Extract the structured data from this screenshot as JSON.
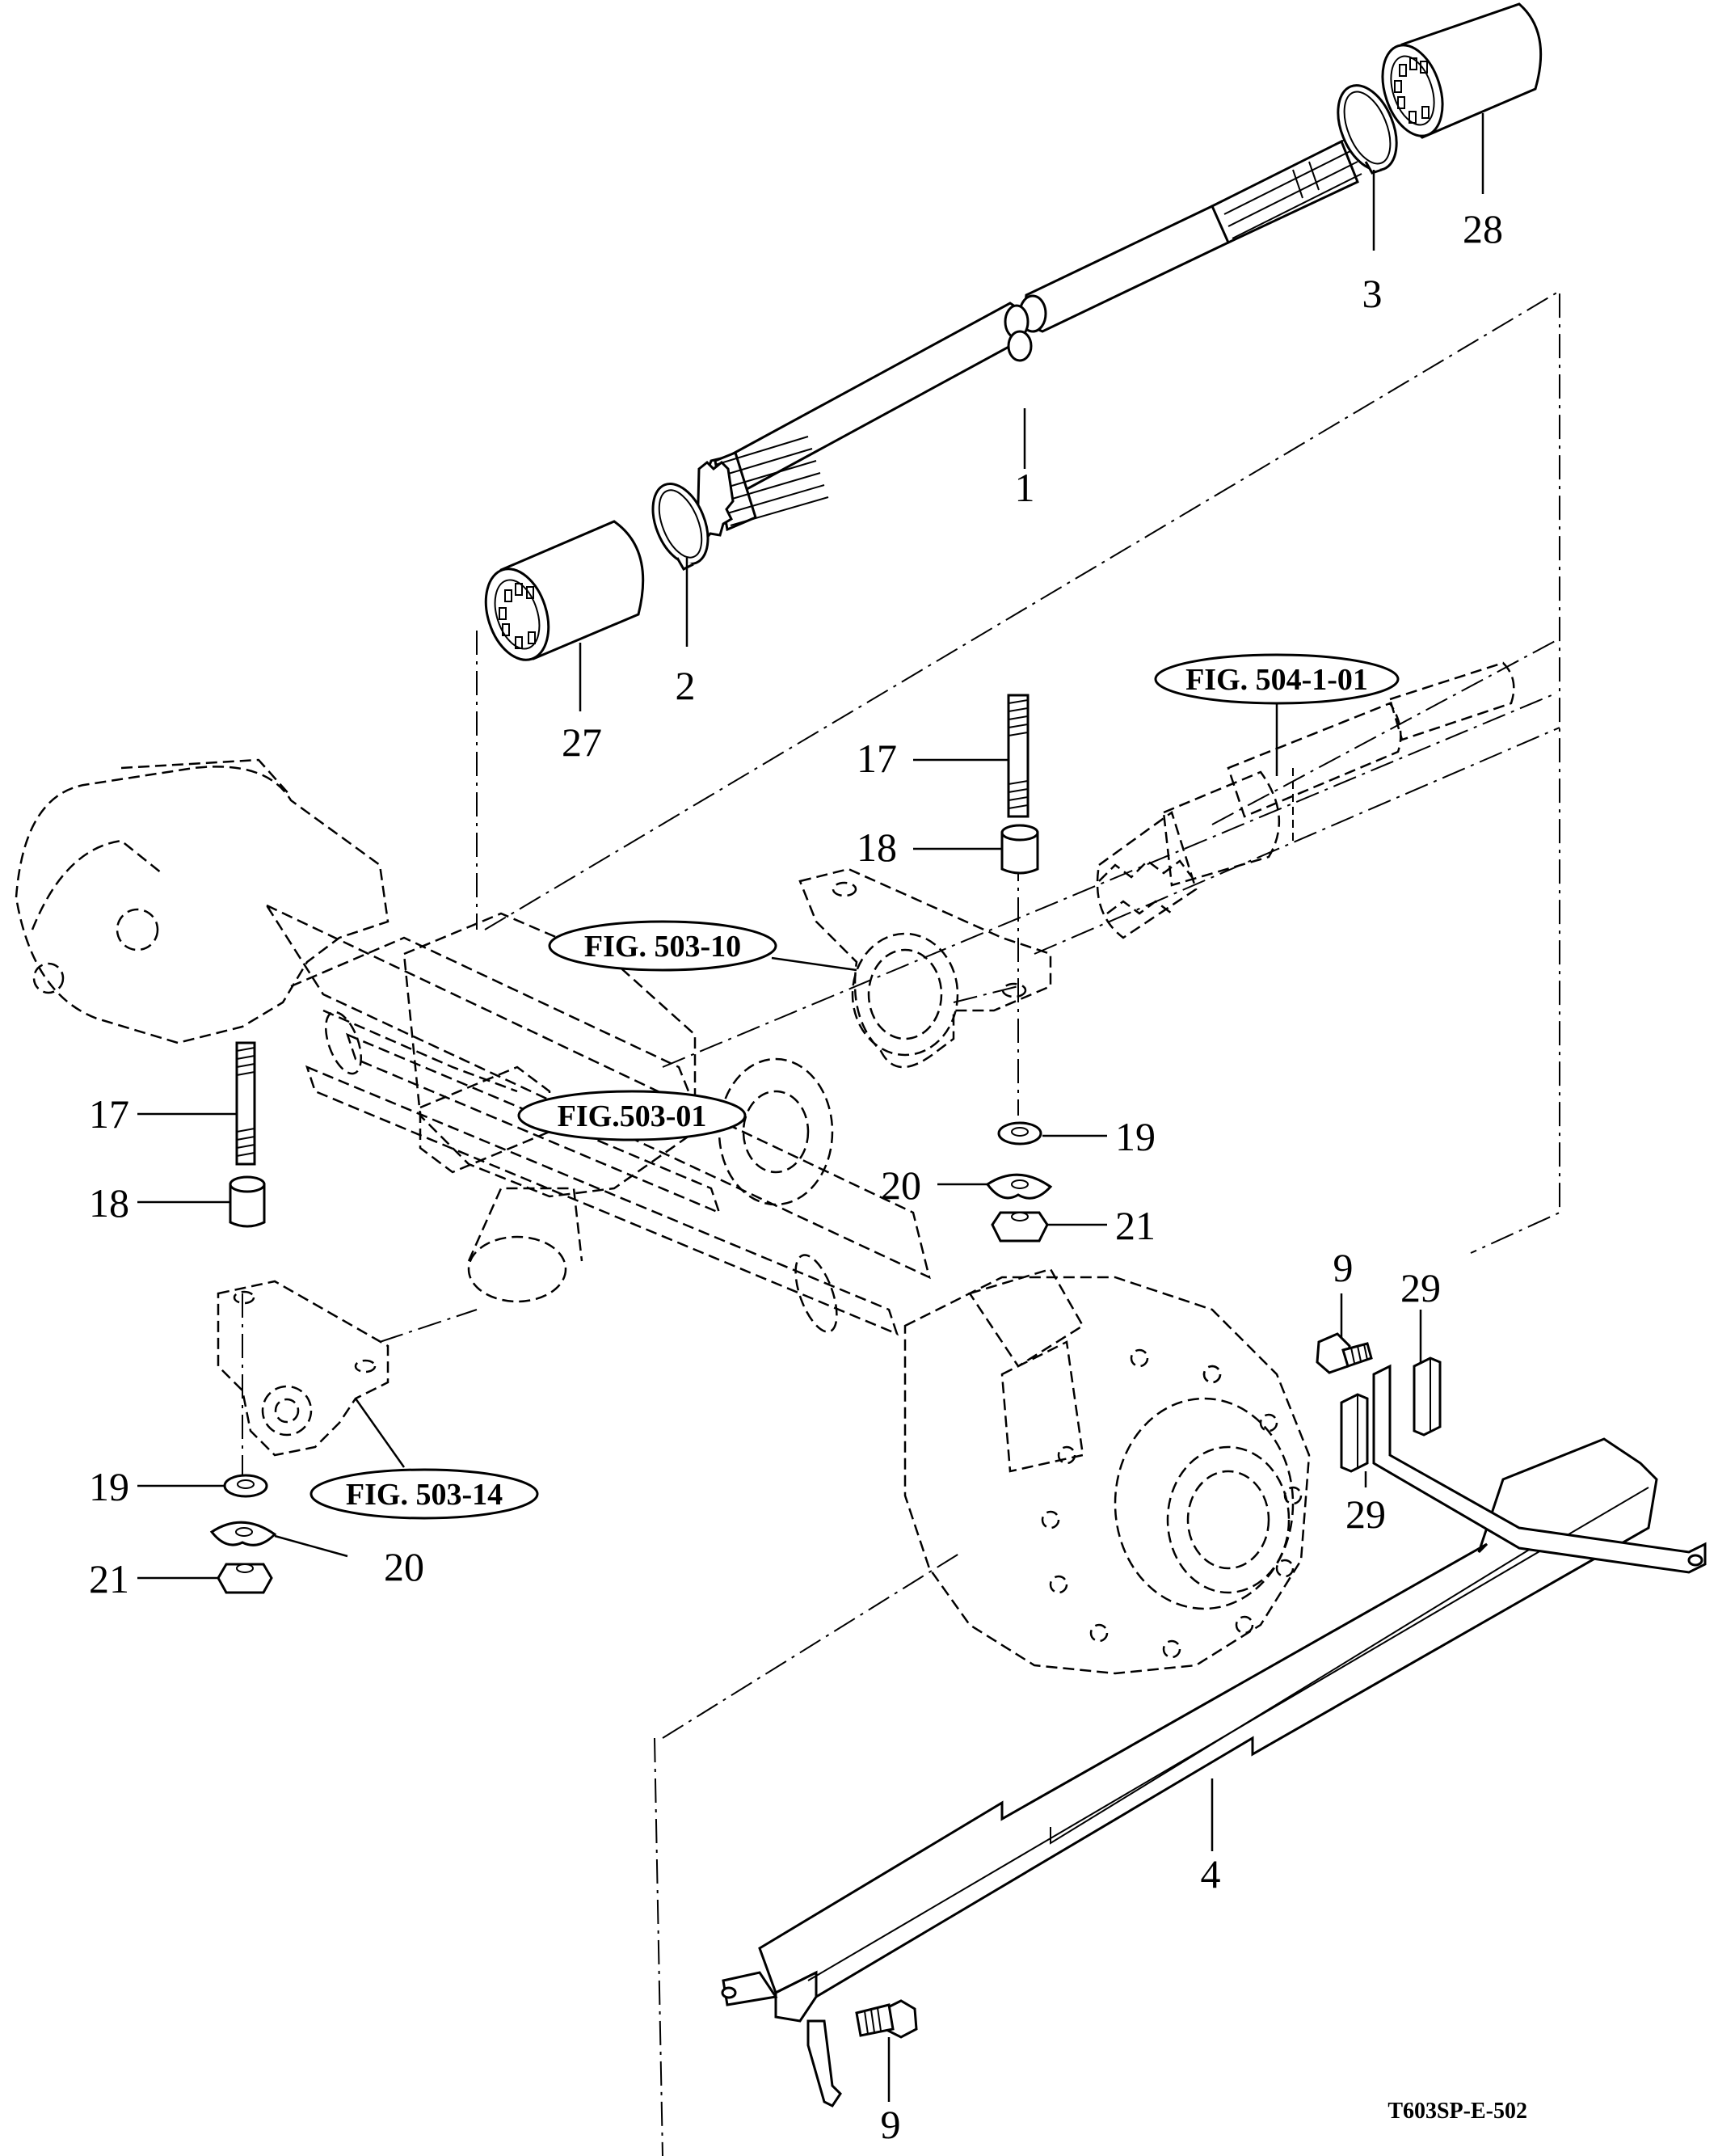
{
  "diagram": {
    "drawing_code": "T603SP-E-502",
    "figure_refs": {
      "fig_504_1_01": "FIG. 504-1-01",
      "fig_503_10": "FIG. 503-10",
      "fig_503_01": "FIG.503-01",
      "fig_503_14": "FIG. 503-14"
    },
    "callouts": {
      "c1": "1",
      "c2": "2",
      "c3": "3",
      "c4": "4",
      "c9_top": "9",
      "c9_bottom": "9",
      "c17_right": "17",
      "c17_left": "17",
      "c18_right": "18",
      "c18_left": "18",
      "c19_right": "19",
      "c19_left": "19",
      "c20_right": "20",
      "c20_left": "20",
      "c21_right": "21",
      "c21_left": "21",
      "c27": "27",
      "c28": "28",
      "c29_top": "29",
      "c29_bottom": "29"
    }
  }
}
